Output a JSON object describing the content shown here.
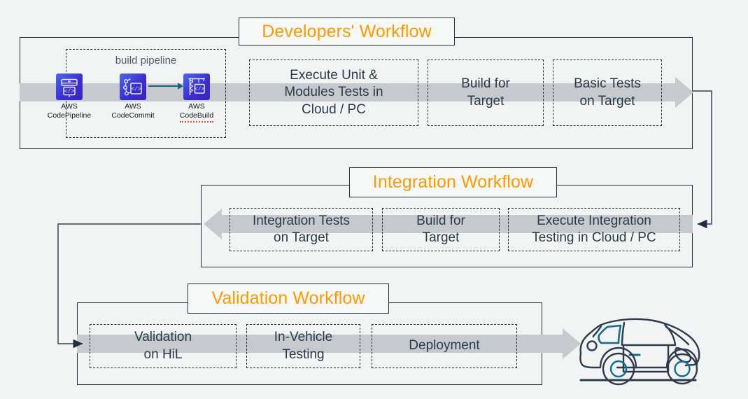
{
  "diagram": {
    "background_color": "#f2f3f3",
    "accent_color": "#ff9900",
    "line_color": "#232f3e",
    "band_color": "#c6c9cd"
  },
  "workflows": [
    {
      "id": "developers",
      "title": "Developers' Workflow",
      "steps": [
        {
          "lines": [
            "Execute Unit &",
            "Modules Tests in",
            "Cloud / PC"
          ]
        },
        {
          "lines": [
            "Build for",
            "Target"
          ]
        },
        {
          "lines": [
            "Basic Tests",
            "on Target"
          ]
        }
      ]
    },
    {
      "id": "integration",
      "title": "Integration Workflow",
      "steps": [
        {
          "lines": [
            "Integration Tests",
            "on Target"
          ]
        },
        {
          "lines": [
            "Build for",
            "Target"
          ]
        },
        {
          "lines": [
            "Execute Integration",
            "Testing in Cloud / PC"
          ]
        }
      ]
    },
    {
      "id": "validation",
      "title": "Validation Workflow",
      "steps": [
        {
          "lines": [
            "Validation",
            "on HiL"
          ]
        },
        {
          "lines": [
            "In-Vehicle",
            "Testing"
          ]
        },
        {
          "lines": [
            "Deployment"
          ]
        }
      ]
    }
  ],
  "build_pipeline": {
    "label": "build pipeline",
    "services": [
      {
        "icon": "aws-codepipeline-icon",
        "line1": "AWS",
        "line2": "CodePipeline",
        "misspelled": false
      },
      {
        "icon": "aws-codecommit-icon",
        "line1": "AWS",
        "line2": "CodeCommit",
        "misspelled": false
      },
      {
        "icon": "aws-codebuild-icon",
        "line1": "AWS",
        "line2": "CodeBuild",
        "misspelled": true
      }
    ]
  },
  "vehicle": {
    "icon": "car-illustration",
    "body_color": "#2e3b4e",
    "glass_color": "#0a6e96"
  }
}
